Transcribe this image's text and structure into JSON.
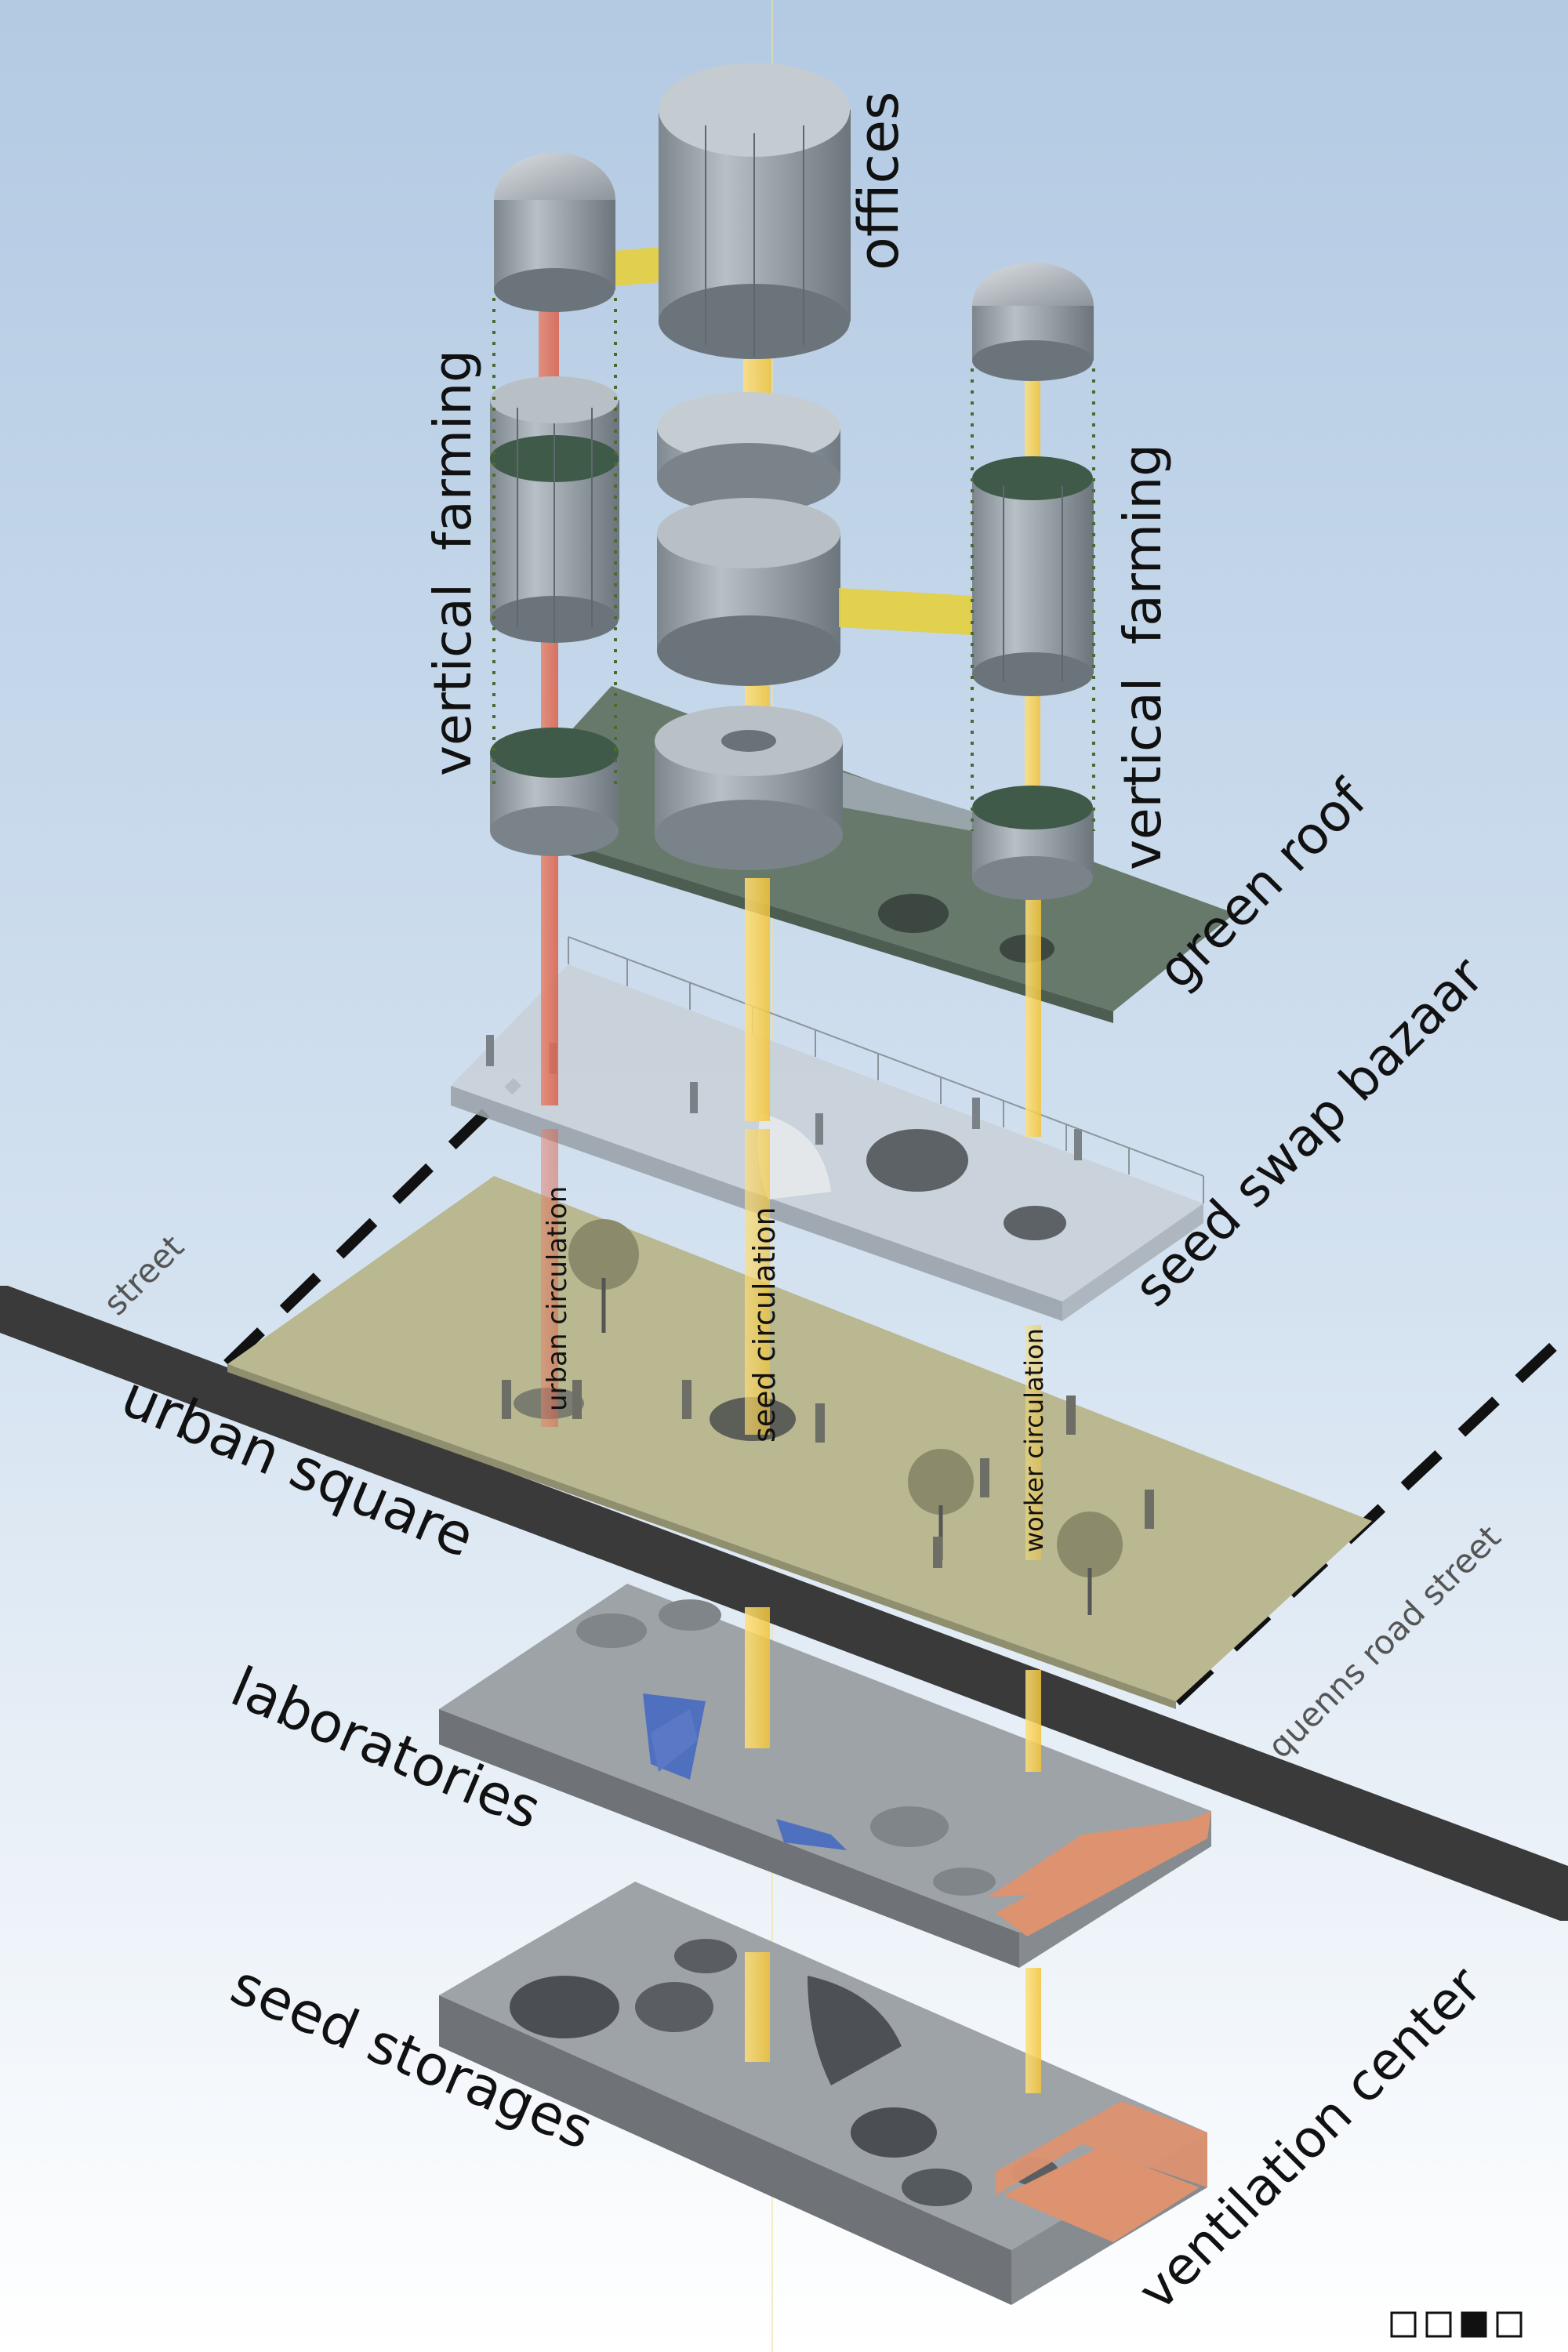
{
  "labels": {
    "offices": "offices",
    "vertical_farming_left": "vertical  farming",
    "vertical_farming_right": "vertical  farming",
    "green_roof": "green roof",
    "seed_swap_bazaar": "seed swap bazaar",
    "street": "street",
    "urban_square": "urban square",
    "urban_circulation": "urban circulation",
    "seed_circulation": "seed circulation",
    "worker_circulation": "worker circulation",
    "quenns_road_street": "quenns road street",
    "laboratories": "laboratories",
    "seed_storages": "seed storages",
    "ventilation_center": "ventilation center"
  },
  "colors": {
    "sky_top": "#b5cce4",
    "sky_bottom": "#ffffff",
    "road": "#3a3a3a",
    "urban_square": "#b9b890",
    "green_roof": "#66796a",
    "glass": "#a6b0b8",
    "concrete": "#a9adb1",
    "concrete_dark": "#6f7377",
    "urban_circulation": "#e06a52",
    "seed_circulation": "#f4cc46",
    "worker_circulation": "#f0d060",
    "lab_orange": "#dd9270",
    "lab_blue": "#4f6fbf",
    "tree": "#8b8a6a"
  },
  "page_indicator": {
    "total": 4,
    "active": 3
  }
}
